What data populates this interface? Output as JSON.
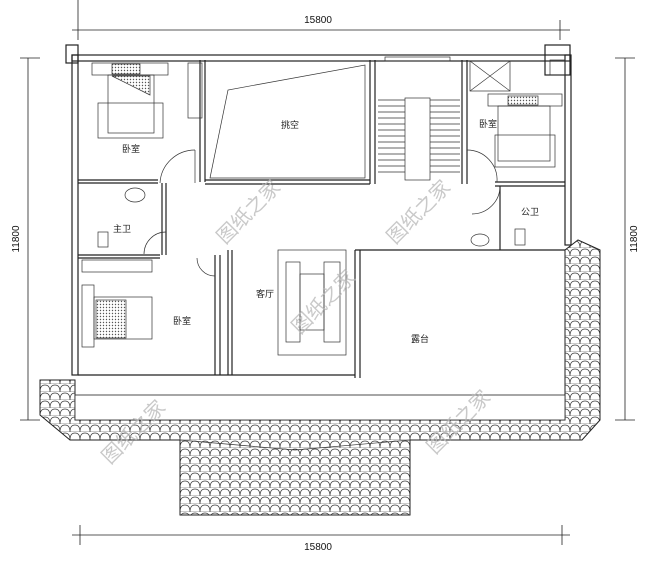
{
  "dimensions": {
    "top": "15800",
    "bottom": "15800",
    "left": "11800",
    "right": "11800"
  },
  "rooms": {
    "bedroom_nw": "卧室",
    "void": "挑空",
    "bedroom_ne": "卧室",
    "master_bath": "主卫",
    "public_bath": "公卫",
    "bedroom_sw": "卧室",
    "living_room": "客厅",
    "terrace": "露台"
  },
  "watermark": "图纸之家",
  "colors": {
    "line": "#222222",
    "watermark": "#b8b8b8"
  }
}
